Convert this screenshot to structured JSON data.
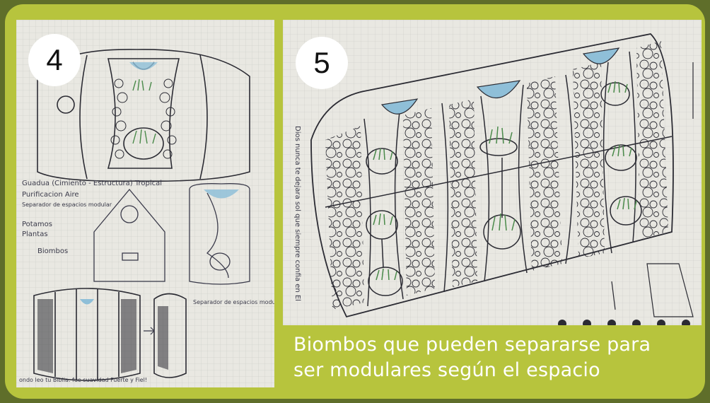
{
  "panels": [
    {
      "number": "4",
      "description_bg": "#e9e8e2"
    },
    {
      "number": "5"
    }
  ],
  "caption": {
    "line1": "Biombos que pueden separarse para",
    "line2": "ser modulares según el espacio"
  },
  "sketch_text": {
    "p4_label_1": "Guadua (Cimiento - Estructura) Tropical",
    "p4_label_2": "Purificacion Aire",
    "p4_label_3": "Separador de espacios modular",
    "p4_label_4": "Potamos",
    "p4_label_5": "Plantas",
    "p4_label_6": "Biombos",
    "p4_label_7": "Separador de espacios modular con purificacion del aire natural",
    "p4_label_8": "ondo leo tu Biblia. fue suavidad Fuerte y Fiel!",
    "p5_side": "Dios nunca te dejara sol que siempre confia en El"
  },
  "colors": {
    "frame": "#5f6e2a",
    "card": "#b7c43d",
    "paper": "#e9e8e2",
    "ink": "#2b2b33",
    "water": "#8fbfd8",
    "grass": "#4a8a4a"
  }
}
